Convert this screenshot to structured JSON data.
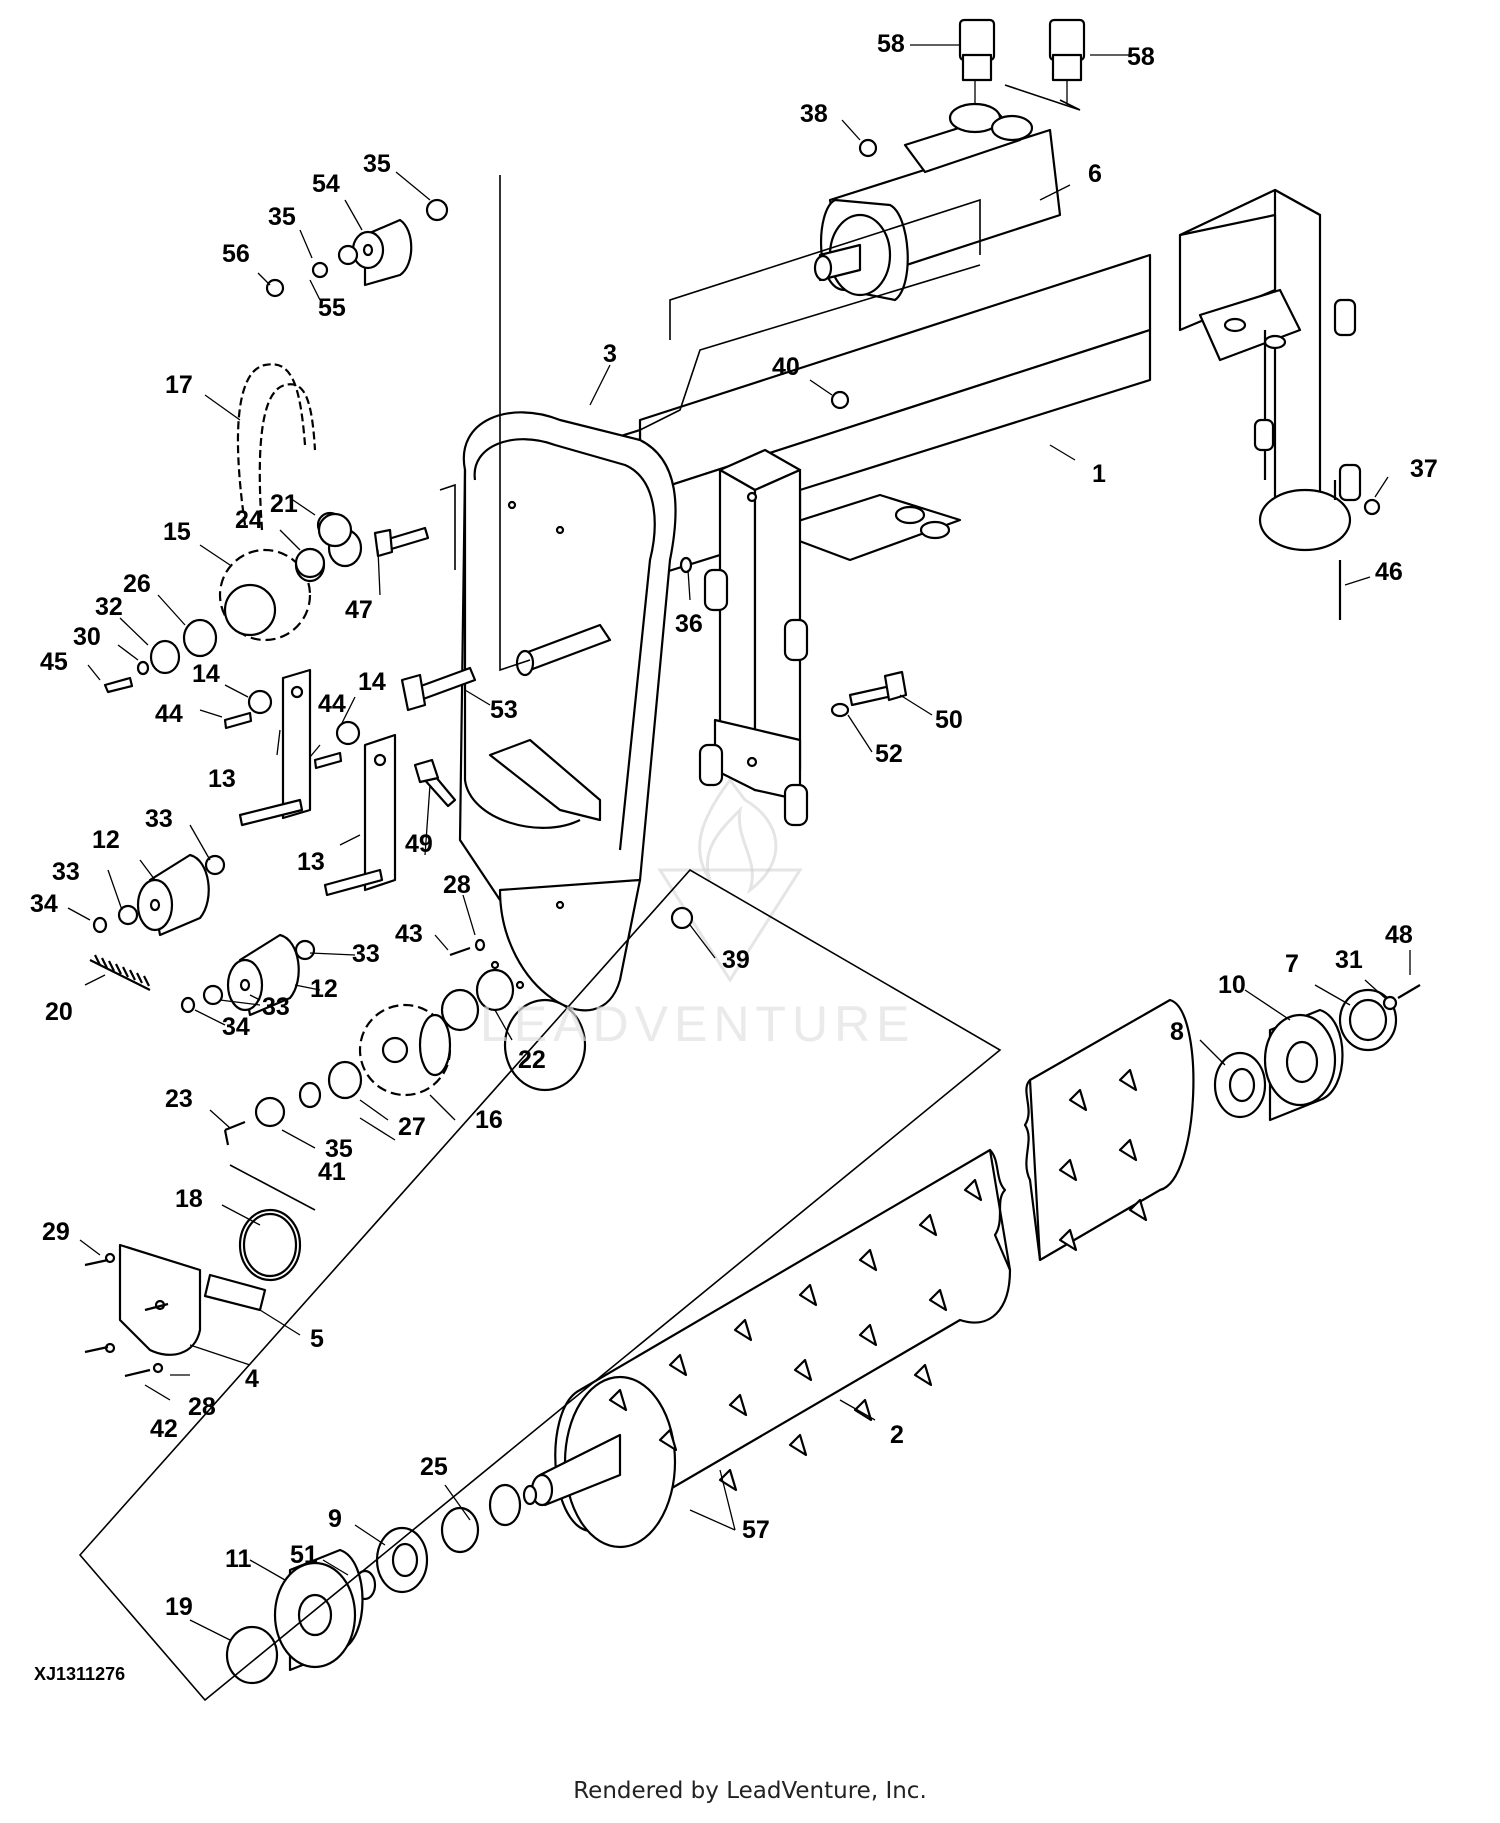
{
  "diagram": {
    "code": "XJ1311276",
    "footer": "Rendered by LeadVenture, Inc.",
    "watermark": "LEADVENTURE",
    "callouts": [
      "58",
      "58",
      "38",
      "6",
      "35",
      "54",
      "35",
      "56",
      "55",
      "3",
      "40",
      "1",
      "17",
      "37",
      "21",
      "24",
      "15",
      "26",
      "32",
      "30",
      "45",
      "14",
      "14",
      "44",
      "44",
      "47",
      "36",
      "46",
      "53",
      "50",
      "52",
      "13",
      "13",
      "49",
      "33",
      "12",
      "33",
      "34",
      "28",
      "43",
      "39",
      "33",
      "12",
      "33",
      "34",
      "20",
      "22",
      "48",
      "31",
      "7",
      "10",
      "8",
      "23",
      "35",
      "27",
      "16",
      "41",
      "18",
      "29",
      "5",
      "4",
      "28",
      "42",
      "2",
      "57",
      "25",
      "9",
      "51",
      "11",
      "19"
    ]
  }
}
